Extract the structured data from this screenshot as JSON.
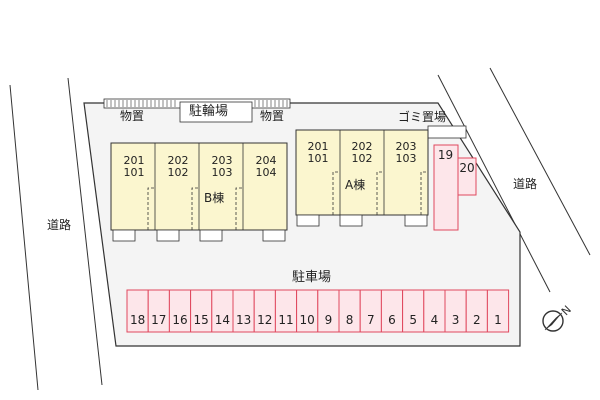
{
  "map": {
    "colors": {
      "building_fill": "#fbf6cf",
      "parking_fill": "#fde6ea",
      "parking_stroke": "#e0485e",
      "lot_fill": "#f4f4f4",
      "line": "#333333"
    },
    "labels": {
      "road_left": "道路",
      "road_right": "道路",
      "storage_left": "物置",
      "storage_right": "物置",
      "bicycle_parking": "駐輪場",
      "garbage": "ゴミ置場",
      "parking_lot": "駐車場",
      "building_b": "B棟",
      "building_a": "A棟"
    },
    "building_b_units": [
      {
        "top": "201",
        "bottom": "101"
      },
      {
        "top": "202",
        "bottom": "102"
      },
      {
        "top": "203",
        "bottom": "103"
      },
      {
        "top": "204",
        "bottom": "104"
      }
    ],
    "building_a_units": [
      {
        "top": "201",
        "bottom": "101"
      },
      {
        "top": "202",
        "bottom": "102"
      },
      {
        "top": "203",
        "bottom": "103"
      }
    ],
    "parking_row": [
      "18",
      "17",
      "16",
      "15",
      "14",
      "13",
      "12",
      "11",
      "10",
      "9",
      "8",
      "7",
      "6",
      "5",
      "4",
      "3",
      "2",
      "1"
    ],
    "side_spots": [
      "19",
      "20"
    ],
    "compass_icon": "north-arrow-icon",
    "compass_letter": "N"
  }
}
